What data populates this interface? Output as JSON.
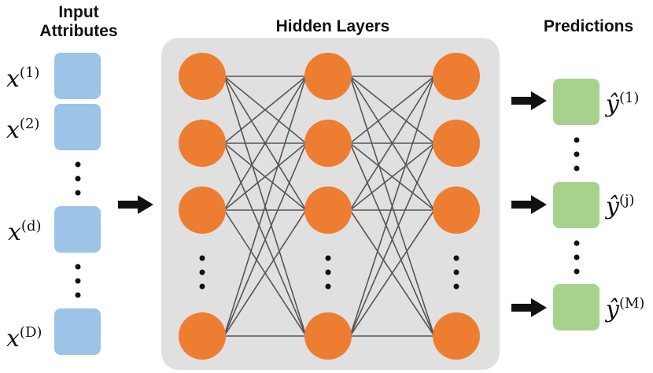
{
  "headings": {
    "input_line1": "Input",
    "input_line2": "Attributes",
    "hidden": "Hidden Layers",
    "predictions": "Predictions"
  },
  "inputs": [
    {
      "base": "x",
      "sup": "(1)"
    },
    {
      "base": "x",
      "sup": "(2)"
    },
    {
      "base": "x",
      "sup": "(d)"
    },
    {
      "base": "x",
      "sup": "(D)"
    }
  ],
  "outputs": [
    {
      "base": "ŷ",
      "sup": "(1)"
    },
    {
      "base": "ŷ",
      "sup": "(j)"
    },
    {
      "base": "ŷ",
      "sup": "(M)"
    }
  ],
  "colors": {
    "input_box": "#9dc3e6",
    "output_box": "#a9d18e",
    "neuron": "#ed7d31",
    "panel": "#e0e0e0",
    "edge": "#555555"
  }
}
